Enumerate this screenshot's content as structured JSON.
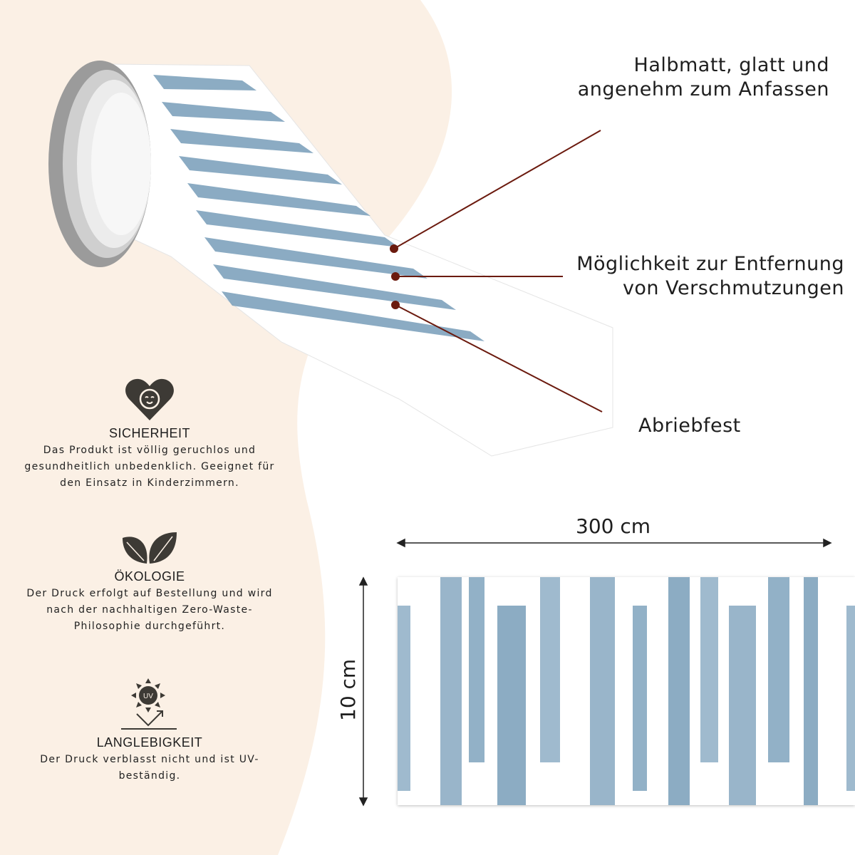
{
  "callouts": {
    "top": [
      "Halbmatt, glatt und",
      "angenehm zum Anfassen"
    ],
    "middle": [
      "Möglichkeit zur Entfernung",
      "von Verschmutzungen"
    ],
    "bottom": "Abriebfest"
  },
  "features": [
    {
      "icon": "baby-heart-icon",
      "title": "SICHERHEIT",
      "lines": [
        "Das Produkt ist völlig geruchlos und",
        "gesundheitlich unbedenklich. Geeignet für",
        "den Einsatz in Kinderzimmern."
      ]
    },
    {
      "icon": "leaves-icon",
      "title": "ÖKOLOGIE",
      "lines": [
        "Der Druck erfolgt auf Bestellung und wird",
        "nach der nachhaltigen Zero-Waste-",
        "Philosophie durchgeführt."
      ]
    },
    {
      "icon": "uv-sun-icon",
      "title": "LANGLEBIGKEIT",
      "icon_text": "UV",
      "lines": [
        "Der Druck verblasst nicht und ist UV-",
        "beständig."
      ]
    }
  ],
  "dimensions": {
    "width": "300 cm",
    "height": "10 cm"
  },
  "colors": {
    "cream": "#fbf0e5",
    "pattern_blue": "#7fa3bd",
    "leader_line": "#6b1a0e",
    "icon_dark": "#3d3a35"
  }
}
